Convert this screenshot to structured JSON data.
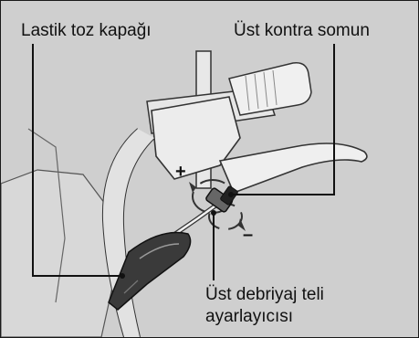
{
  "labels": {
    "dust_cover": "Lastik toz kapağı",
    "upper_locknut": "Üst kontra somun",
    "upper_adjuster_line1": "Üst debriyaj teli",
    "upper_adjuster_line2": "ayarlayıcısı"
  },
  "signs": {
    "plus": "+",
    "minus": "–"
  },
  "colors": {
    "background": "#cfcfcf",
    "line_art": "#1a1a1a",
    "boot": "#3a3a3a"
  }
}
